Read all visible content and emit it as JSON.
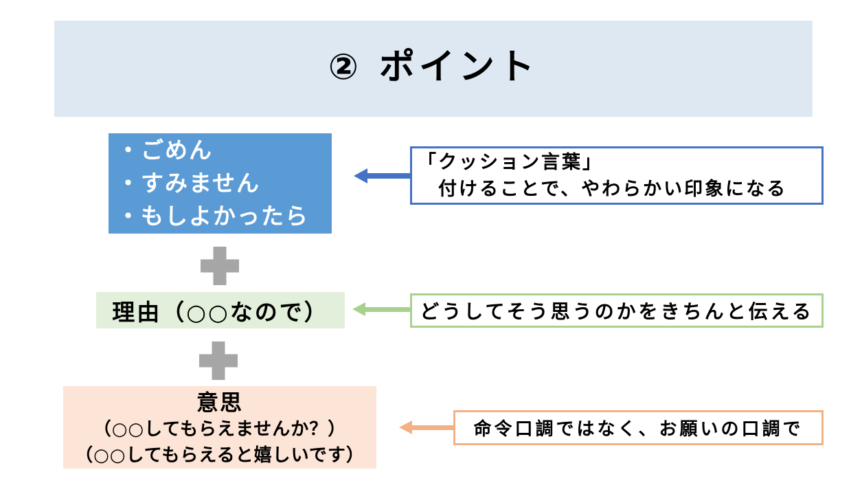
{
  "slide": {
    "title": "② ポイント"
  },
  "colors": {
    "banner-bg": "#dde8f3",
    "blue-fill": "#5b9bd5",
    "blue-accent": "#4472c4",
    "green-fill": "#e2efda",
    "green-accent": "#a9d18e",
    "peach-fill": "#fce4d6",
    "orange-accent": "#f4b183",
    "plus-gray": "#a6a6a6",
    "text-dark": "#000000",
    "text-light": "#ffffff"
  },
  "icons": {
    "left_arrow": "left-arrow (css triangle + shaft)",
    "plus": "plus (css cross)"
  },
  "diagram": {
    "cushion": {
      "lines": [
        "・ごめん",
        "・すみません",
        "・もしよかったら"
      ],
      "callout": [
        "「クッション言葉」",
        "　付けることで、やわらかい印象になる"
      ]
    },
    "reason": {
      "label": "理由（○○なので）",
      "callout": [
        "どうしてそう思うのかをきちんと伝える"
      ]
    },
    "intent": {
      "title": "意思",
      "lines": [
        "（○○してもらえませんか？）",
        "（○○してもらえると嬉しいです）"
      ],
      "callout": [
        "命令口調ではなく、お願いの口調で"
      ]
    }
  }
}
